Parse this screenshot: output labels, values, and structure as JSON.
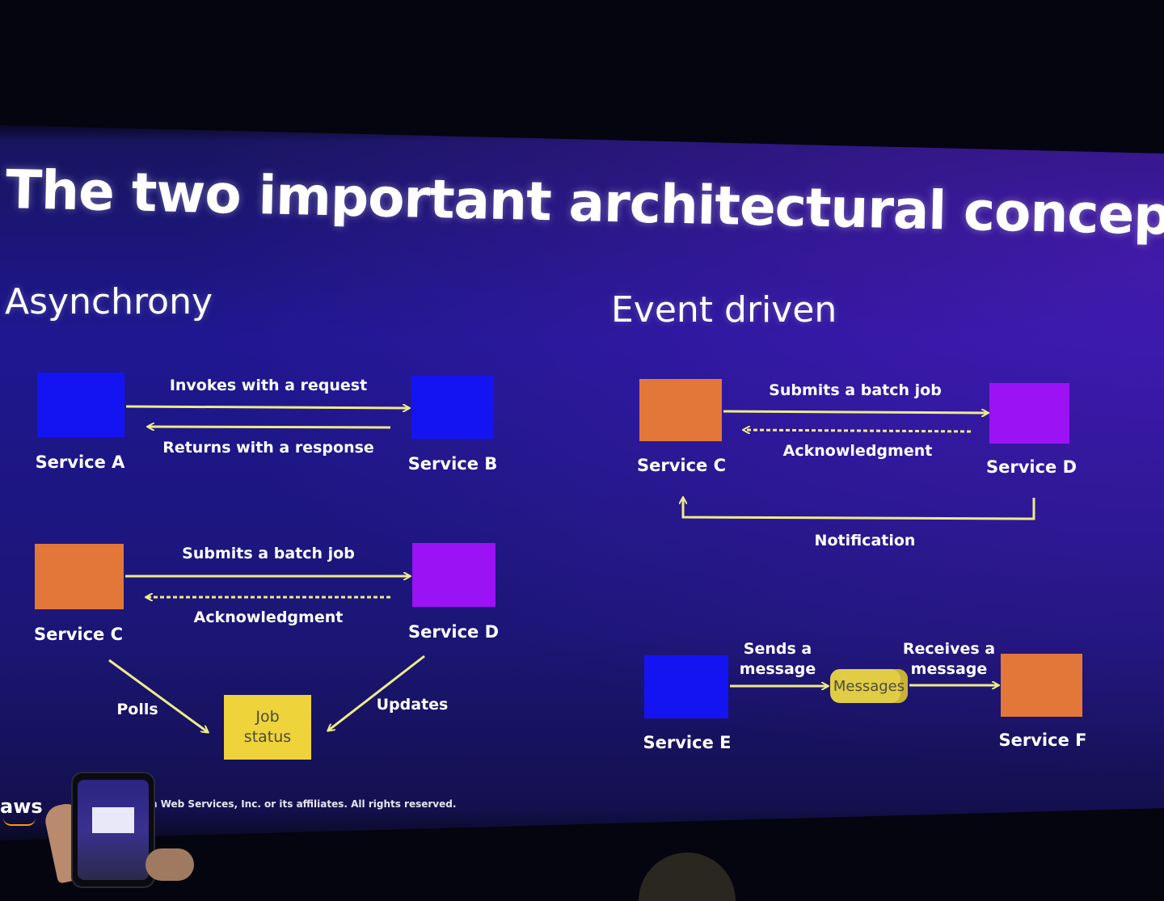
{
  "title": "The two important architectural concepts",
  "colors": {
    "blue": "#1414f2",
    "orange": "#e3773a",
    "purple": "#9b12f5",
    "yellow_arrow": "#ecec8a",
    "job_box": "#eed33a"
  },
  "asynchrony": {
    "heading": "Asynchrony",
    "flow1": {
      "from": "Service A",
      "to": "Service B",
      "request": "Invokes with a request",
      "response": "Returns with a response"
    },
    "flow2": {
      "from": "Service C",
      "to": "Service D",
      "submit": "Submits a batch job",
      "ack": "Acknowledgment",
      "polls": "Polls",
      "updates": "Updates",
      "job_line1": "Job",
      "job_line2": "status"
    }
  },
  "event_driven": {
    "heading": "Event driven",
    "flow1": {
      "from": "Service C",
      "to": "Service D",
      "submit": "Submits a batch job",
      "ack": "Acknowledgment",
      "notification": "Notification"
    },
    "flow2": {
      "from": "Service E",
      "to": "Service F",
      "sends_line1": "Sends a",
      "sends_line2": "message",
      "receives_line1": "Receives a",
      "receives_line2": "message",
      "queue": "Messages"
    }
  },
  "footer": {
    "logo": "aws",
    "copyright": "n Web Services, Inc. or its affiliates. All rights reserved."
  }
}
